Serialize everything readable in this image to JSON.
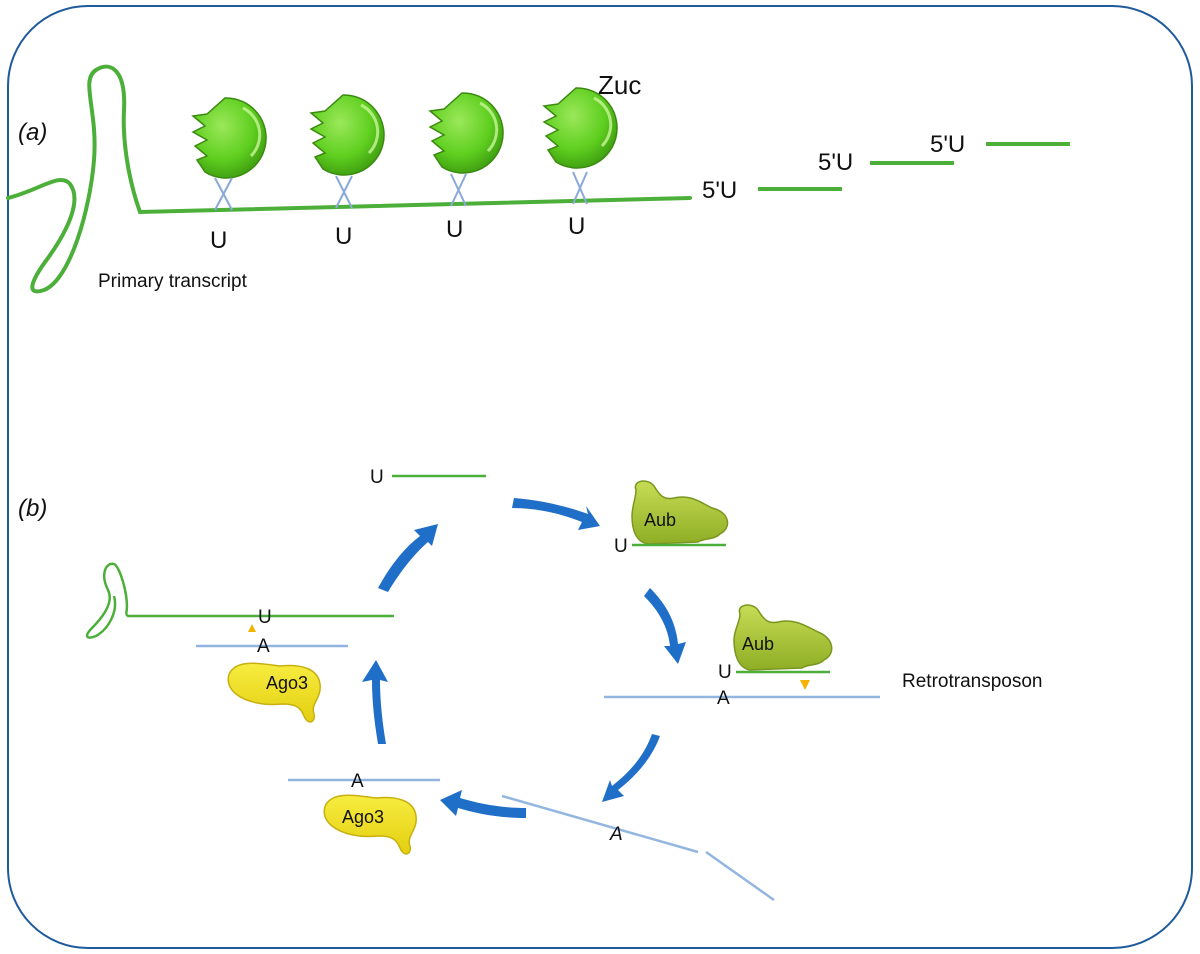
{
  "colors": {
    "frame": "#1f5a9c",
    "green_rna": "#4caf3a",
    "blue_rna": "#93b6e0",
    "zuc_green": "#5fcf1f",
    "aub_green": "#a8c733",
    "ago3_yellow": "#f0e020",
    "cleavage_marker": "#f2b400",
    "arrow_blue": "#1f6fc8"
  },
  "panel_a": {
    "label": "a",
    "enzyme_label": "Zuc",
    "cleavage_sites": [
      "U",
      "U",
      "U",
      "U"
    ],
    "products": [
      "5'U",
      "5'U",
      "5'U"
    ],
    "transcript_label": "Primary transcript",
    "zuc_count": 4
  },
  "panel_b": {
    "label": "b",
    "top_strand_base": "U",
    "aub_label_1": "Aub",
    "aub_strand_base_1": "U",
    "aub_label_2": "Aub",
    "aub_strand_base_2": "U",
    "retro_base": "A",
    "retro_label": "Retrotransposon",
    "cleaved_base": "A",
    "ago3_strand_base_lower": "A",
    "ago3_label_lower": "Ago3",
    "ago3_label_upper": "Ago3",
    "ago3_strand_base_upper": "A",
    "primary_base": "U"
  }
}
